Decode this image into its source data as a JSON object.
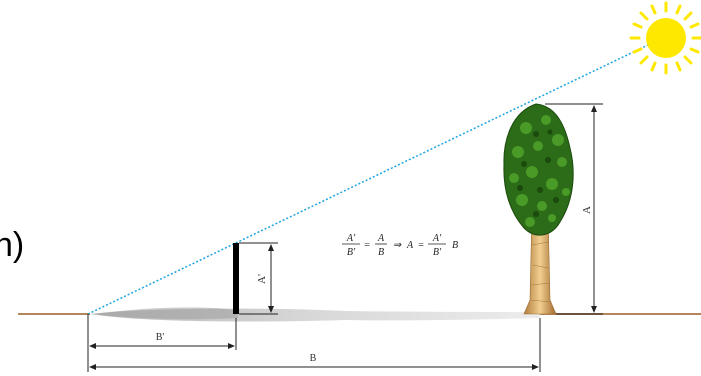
{
  "left_text": "h)",
  "labels": {
    "stick_height": "A'",
    "tree_height": "A",
    "short_shadow": "B'",
    "long_shadow": "B"
  },
  "formula": {
    "frac1_num": "A'",
    "frac1_den": "B'",
    "frac2_num": "A",
    "frac2_den": "B",
    "result_lhs": "A",
    "frac3_num": "A'",
    "frac3_den": "B'",
    "multiplier": "B",
    "equals": "=",
    "implies": "⇒"
  },
  "colors": {
    "ground": "#b4865c",
    "sun_ray": "#1fa4e0",
    "sun": "#ffe800",
    "stick": "#000000",
    "shadow": "#c8c8c8",
    "foliage": "#2e7d1a",
    "trunk": "#d8b070"
  }
}
